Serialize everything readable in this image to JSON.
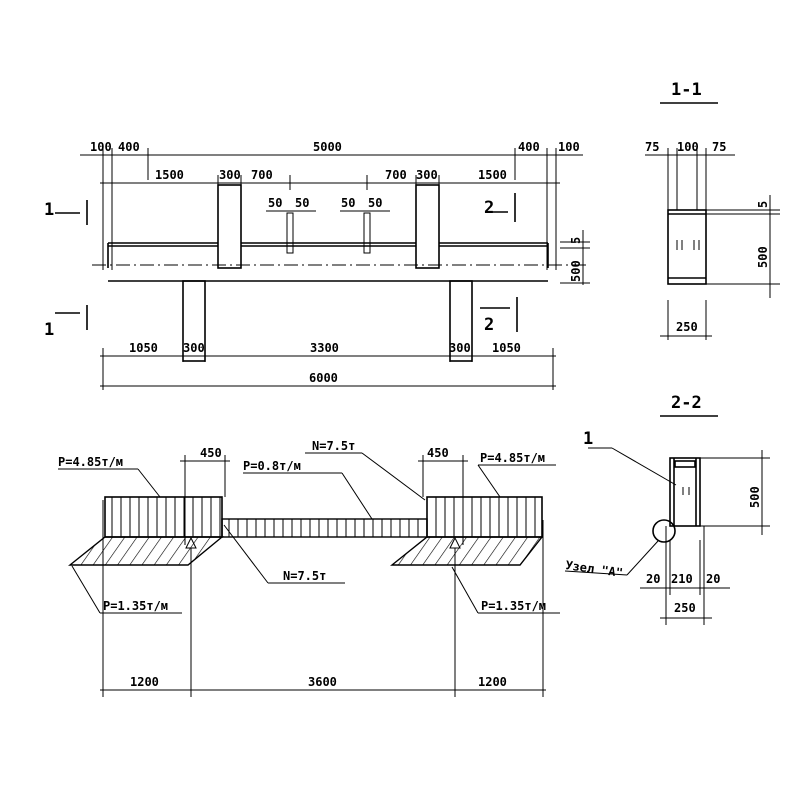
{
  "plan": {
    "top_dims": [
      "100",
      "400",
      "5000",
      "400",
      "100"
    ],
    "inner_dims": [
      "1500",
      "300",
      "700",
      "700",
      "300",
      "1500"
    ],
    "hole_dims": [
      "50",
      "50",
      "50",
      "50"
    ],
    "height_dims": [
      "5",
      "500"
    ],
    "bottom_dims": [
      "1050",
      "300",
      "3300",
      "300",
      "1050"
    ],
    "total_dim": "6000",
    "section_marks": [
      "1",
      "1",
      "2",
      "2"
    ]
  },
  "loads": {
    "p_left": "P=4.85т/м",
    "p_right": "P=4.85т/м",
    "p_mid": "P=0.8т/м",
    "n_top": "N=7.5т",
    "n_bottom": "N=7.5т",
    "p_low_left": "P=1.35т/м",
    "p_low_right": "P=1.35т/м",
    "support_widths": [
      "450",
      "450"
    ],
    "span_dims": [
      "1200",
      "3600",
      "1200"
    ]
  },
  "section_1_1": {
    "title": "1-1",
    "width_dims": [
      "75",
      "100",
      "75"
    ],
    "height_dims": [
      "5",
      "500"
    ],
    "base_dim": "250"
  },
  "section_2_2": {
    "title": "2-2",
    "leader_label": "1",
    "node_label": "Узел \"А\"",
    "height_dim": "500",
    "width_dims": [
      "20",
      "210",
      "20"
    ],
    "base_dim": "250"
  }
}
